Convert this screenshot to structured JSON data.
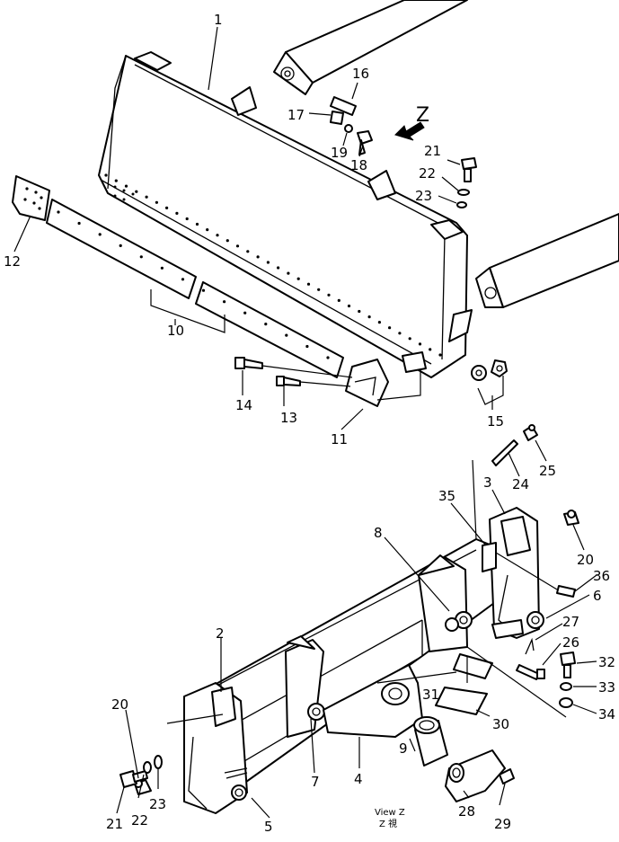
{
  "callouts": [
    {
      "id": "c1",
      "text": "1"
    },
    {
      "id": "c16",
      "text": "16"
    },
    {
      "id": "c17",
      "text": "17"
    },
    {
      "id": "c19",
      "text": "19"
    },
    {
      "id": "c18",
      "text": "18"
    },
    {
      "id": "c21a",
      "text": "21"
    },
    {
      "id": "c22a",
      "text": "22"
    },
    {
      "id": "c23a",
      "text": "23"
    },
    {
      "id": "c12",
      "text": "12"
    },
    {
      "id": "c10",
      "text": "10"
    },
    {
      "id": "c14",
      "text": "14"
    },
    {
      "id": "c13",
      "text": "13"
    },
    {
      "id": "c11",
      "text": "11"
    },
    {
      "id": "c15",
      "text": "15"
    },
    {
      "id": "c25",
      "text": "25"
    },
    {
      "id": "c24",
      "text": "24"
    },
    {
      "id": "c35",
      "text": "35"
    },
    {
      "id": "c3",
      "text": "3"
    },
    {
      "id": "c8",
      "text": "8"
    },
    {
      "id": "c20a",
      "text": "20"
    },
    {
      "id": "c36",
      "text": "36"
    },
    {
      "id": "c6",
      "text": "6"
    },
    {
      "id": "c27",
      "text": "27"
    },
    {
      "id": "c26",
      "text": "26"
    },
    {
      "id": "c32",
      "text": "32"
    },
    {
      "id": "c33",
      "text": "33"
    },
    {
      "id": "c34",
      "text": "34"
    },
    {
      "id": "c2",
      "text": "2"
    },
    {
      "id": "c31",
      "text": "31"
    },
    {
      "id": "c30",
      "text": "30"
    },
    {
      "id": "c20b",
      "text": "20"
    },
    {
      "id": "c9",
      "text": "9"
    },
    {
      "id": "c7",
      "text": "7"
    },
    {
      "id": "c4",
      "text": "4"
    },
    {
      "id": "c21b",
      "text": "21"
    },
    {
      "id": "c22b",
      "text": "22"
    },
    {
      "id": "c23b",
      "text": "23"
    },
    {
      "id": "c5",
      "text": "5"
    },
    {
      "id": "c28",
      "text": "28"
    },
    {
      "id": "c29",
      "text": "29"
    }
  ],
  "view_arrow_label": "Z",
  "view_caption": {
    "line1": "View Z",
    "line2": "Z 視"
  }
}
